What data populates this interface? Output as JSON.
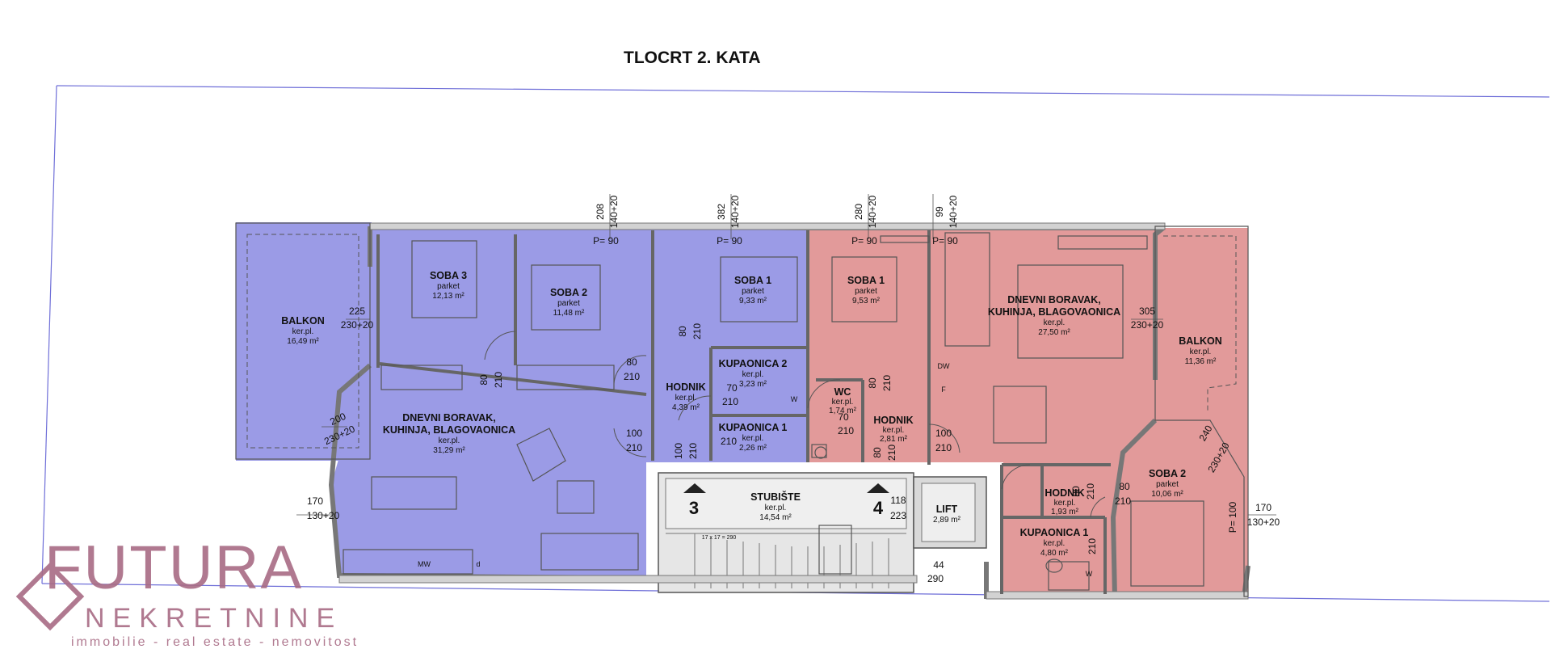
{
  "title": "TLOCRT 2. KATA",
  "colors": {
    "blue_unit": "#9b9be6",
    "red_unit": "#e29a9a",
    "wall": "#c9c9c9",
    "brand": "#a86b84"
  },
  "apartments": [
    "3",
    "4"
  ],
  "rooms": [
    {
      "name": "BALKON",
      "floor": "ker.pl.",
      "area": "16,49 m²"
    },
    {
      "name": "SOBA 3",
      "floor": "parket",
      "area": "12,13 m²"
    },
    {
      "name": "SOBA 2",
      "floor": "parket",
      "area": "11,48 m²"
    },
    {
      "name": "SOBA 1",
      "floor": "parket",
      "area": "9,33 m²"
    },
    {
      "name": "SOBA 1",
      "floor": "parket",
      "area": "9,53 m²"
    },
    {
      "name_line1": "DNEVNI BORAVAK,",
      "name_line2": "KUHINJA, BLAGOVAONICA",
      "floor": "ker.pl.",
      "area": "27,50 m²"
    },
    {
      "name": "BALKON",
      "floor": "ker.pl.",
      "area": "11,36 m²"
    },
    {
      "name": "KUPAONICA 2",
      "floor": "ker.pl.",
      "area": "3,23 m²"
    },
    {
      "name": "HODNIK",
      "floor": "ker.pl.",
      "area": "4,39 m²"
    },
    {
      "name": "KUPAONICA 1",
      "floor": "ker.pl.",
      "area": "2,26 m²"
    },
    {
      "name": "WC",
      "floor": "ker.pl.",
      "area": "1,74 m²"
    },
    {
      "name": "HODNIK",
      "floor": "ker.pl.",
      "area": "2,81 m²"
    },
    {
      "name_line1": "DNEVNI BORAVAK,",
      "name_line2": "KUHINJA, BLAGOVAONICA",
      "floor": "ker.pl.",
      "area": "31,29 m²"
    },
    {
      "name": "STUBIŠTE",
      "floor": "ker.pl.",
      "area": "14,54 m²"
    },
    {
      "name": "LIFT",
      "floor": "",
      "area": "2,89 m²"
    },
    {
      "name": "HODNIK",
      "floor": "ker.pl.",
      "area": "1,93 m²"
    },
    {
      "name": "KUPAONICA 1",
      "floor": "ker.pl.",
      "area": "4,80 m²"
    },
    {
      "name": "SOBA 2",
      "floor": "parket",
      "area": "10,06 m²"
    }
  ],
  "dims": {
    "top_208": "208",
    "top_382": "382",
    "top_280": "280",
    "top_99": "99",
    "top_140": "140+20",
    "p90": "P= 90",
    "d225": "225",
    "d230": "230+20",
    "d200": "200",
    "d170": "170",
    "d130": "130+20",
    "d305": "305",
    "d240": "240",
    "d80": "80",
    "d210": "210",
    "d100": "100",
    "d70": "70",
    "d118": "118",
    "d223": "223",
    "d44": "44",
    "d290": "290",
    "p100": "P= 100",
    "d17": "17 x 17 = 290",
    "mw": "MW",
    "ss": "d",
    "w": "W",
    "f": "F",
    "dw": "DW"
  },
  "logo": {
    "line1": "FUTURA",
    "line2": "NEKRETNINE",
    "line3": "immobilie - real estate - nemovitost"
  }
}
